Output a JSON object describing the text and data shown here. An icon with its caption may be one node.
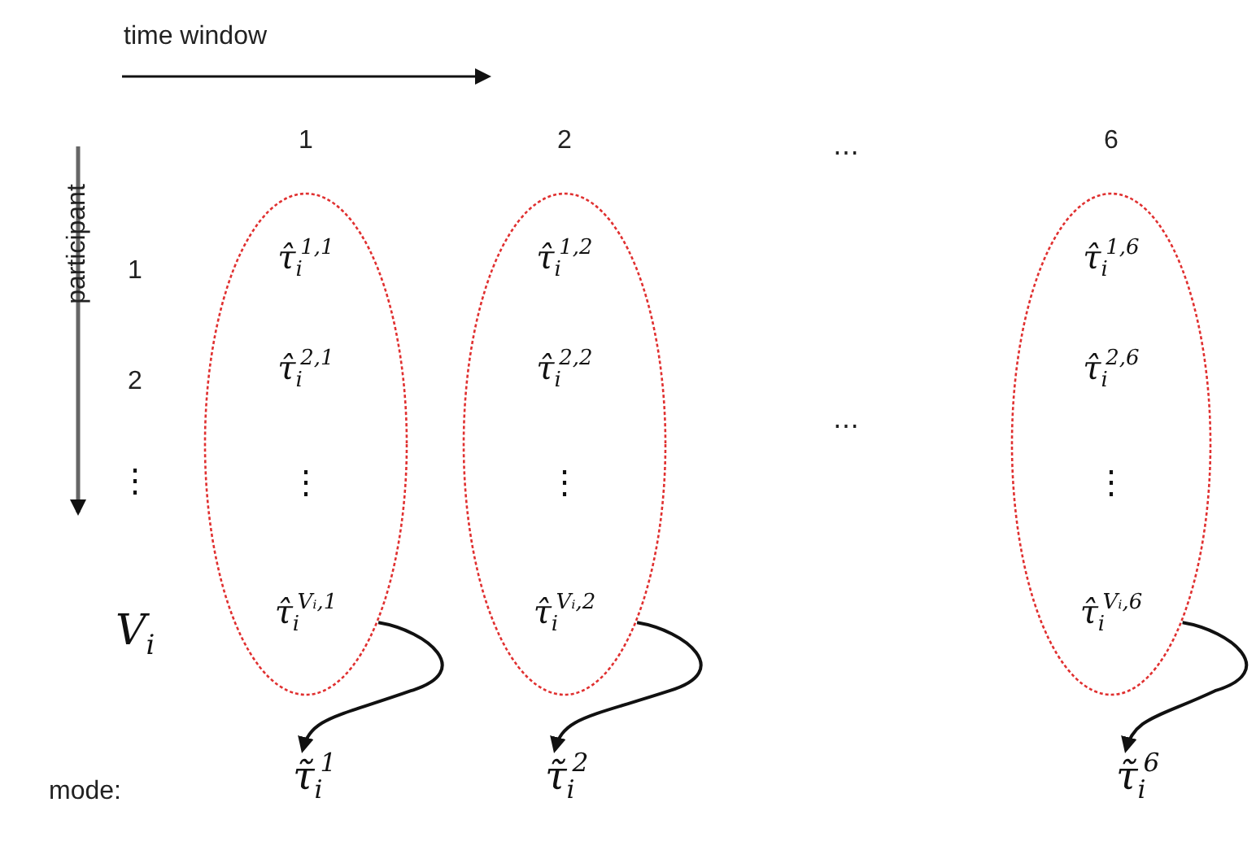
{
  "diagram": {
    "nodes": [
      {
        "text": [
          "τ̂$_{i}$$^{1,1}$",
          "τ̂$_{i}$$^{2,1}$",
          "⋮",
          "τ̂$_{i}$$^{Vᵢ,1}$"
        ]
      },
      {
        "text": [
          "τ̂$_{i}$$^{1,2}$",
          "τ̂$_{i}$$^{2,2}$",
          "⋮",
          "τ̂$_{i}$$^{Vᵢ,2}$"
        ]
      },
      {
        "text": [
          "τ̂$_{i}$$^{1,6}$",
          "τ̂$_{i}$$^{2,6}$",
          "⋮",
          "τ̂$_{i}$$^{Vᵢ,6}$"
        ]
      },
      {
        "text": [
          "τ̃$_{i}$$^{1}$"
        ]
      },
      {
        "text": [
          "τ̃$_{i}$$^{2}$"
        ]
      },
      {
        "text": [
          "τ̃$_{i}$$^{6}$"
        ]
      }
    ],
    "edges": [
      {
        "from": 0,
        "to": 3,
        "arrow": "to"
      },
      {
        "from": 1,
        "to": 4,
        "arrow": "to"
      },
      {
        "from": 2,
        "to": 5,
        "arrow": "to"
      }
    ],
    "labels": [
      "time window",
      "participant",
      "1",
      "2",
      "⋯",
      "6",
      "1",
      "2",
      "⋯",
      "⋮",
      "V$_{i}$",
      "mode:"
    ]
  }
}
